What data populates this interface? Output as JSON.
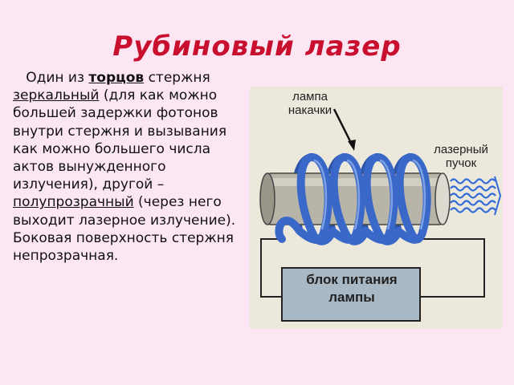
{
  "slide": {
    "title": "Рубиновый лазер",
    "paragraph": {
      "t1": "Один из ",
      "t2": "торцов",
      "t3": " стержня ",
      "t4": "зеркальный",
      "t5": " (для как можно большей задержки фотонов внутри стержня и вызывания как можно большего числа актов вынужденного излучения), другой – ",
      "t6": "полупрозрачный",
      "t7": " (через него выходит лазерное излучение). Боковая поверхность стержня непрозрачная."
    }
  },
  "figure": {
    "lamp_label_line1": "лампа",
    "lamp_label_line2": "накачки",
    "beam_label_line1": "лазерный",
    "beam_label_line2": "пучок",
    "power_label_line1": "блок питания",
    "power_label_line2": "лампы"
  },
  "colors": {
    "title": "#c8102e",
    "background": "#fde6f4",
    "coil": "#3a68c8",
    "rod": "#b8b4a8",
    "power_block": "#a8b8c4"
  }
}
